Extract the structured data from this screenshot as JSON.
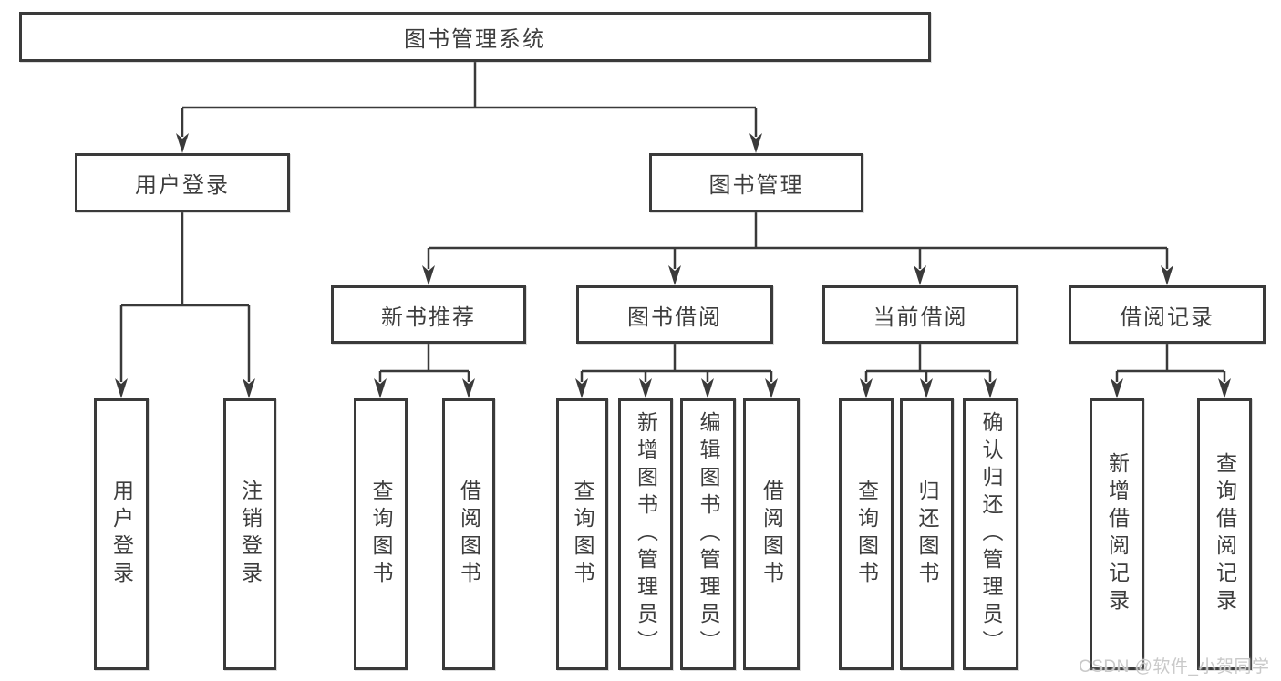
{
  "title": "图书管理系统",
  "watermark": "CSDN @软件_小贺同学",
  "colors": {
    "background": "#ffffff",
    "border": "#3a3a3a",
    "line": "#3a3a3a",
    "text": "#3d3d3d",
    "watermark": "#c9c9c9"
  },
  "tree": {
    "root": {
      "label": "图书管理系统",
      "children": [
        {
          "label": "用户登录",
          "children": [
            {
              "label": "用户登录"
            },
            {
              "label": "注销登录"
            }
          ]
        },
        {
          "label": "图书管理",
          "children": [
            {
              "label": "新书推荐",
              "children": [
                {
                  "label": "查询图书"
                },
                {
                  "label": "借阅图书"
                }
              ]
            },
            {
              "label": "图书借阅",
              "children": [
                {
                  "label": "查询图书"
                },
                {
                  "label": "新增图书（管理员）"
                },
                {
                  "label": "编辑图书（管理员）"
                },
                {
                  "label": "借阅图书"
                }
              ]
            },
            {
              "label": "当前借阅",
              "children": [
                {
                  "label": "查询图书"
                },
                {
                  "label": "归还图书"
                },
                {
                  "label": "确认归还（管理员）"
                }
              ]
            },
            {
              "label": "借阅记录",
              "children": [
                {
                  "label": "新增借阅记录"
                },
                {
                  "label": "查询借阅记录"
                }
              ]
            }
          ]
        }
      ]
    }
  }
}
